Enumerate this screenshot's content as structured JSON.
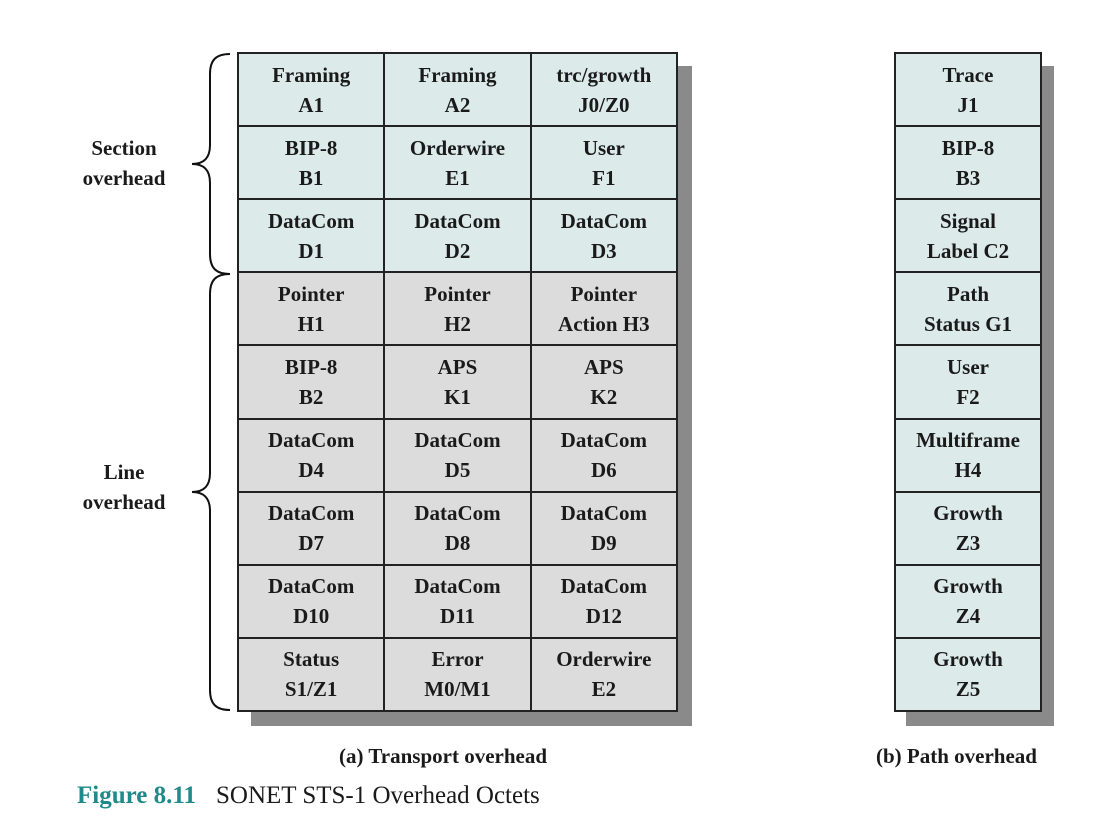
{
  "labels": {
    "section": [
      "Section",
      "overhead"
    ],
    "line": [
      "Line",
      "overhead"
    ]
  },
  "transport_overhead": [
    [
      [
        "Framing",
        "A1"
      ],
      [
        "Framing",
        "A2"
      ],
      [
        "trc/growth",
        "J0/Z0"
      ]
    ],
    [
      [
        "BIP-8",
        "B1"
      ],
      [
        "Orderwire",
        "E1"
      ],
      [
        "User",
        "F1"
      ]
    ],
    [
      [
        "DataCom",
        "D1"
      ],
      [
        "DataCom",
        "D2"
      ],
      [
        "DataCom",
        "D3"
      ]
    ],
    [
      [
        "Pointer",
        "H1"
      ],
      [
        "Pointer",
        "H2"
      ],
      [
        "Pointer",
        "Action H3"
      ]
    ],
    [
      [
        "BIP-8",
        "B2"
      ],
      [
        "APS",
        "K1"
      ],
      [
        "APS",
        "K2"
      ]
    ],
    [
      [
        "DataCom",
        "D4"
      ],
      [
        "DataCom",
        "D5"
      ],
      [
        "DataCom",
        "D6"
      ]
    ],
    [
      [
        "DataCom",
        "D7"
      ],
      [
        "DataCom",
        "D8"
      ],
      [
        "DataCom",
        "D9"
      ]
    ],
    [
      [
        "DataCom",
        "D10"
      ],
      [
        "DataCom",
        "D11"
      ],
      [
        "DataCom",
        "D12"
      ]
    ],
    [
      [
        "Status",
        "S1/Z1"
      ],
      [
        "Error",
        "M0/M1"
      ],
      [
        "Orderwire",
        "E2"
      ]
    ]
  ],
  "path_overhead": [
    [
      "Trace",
      "J1"
    ],
    [
      "BIP-8",
      "B3"
    ],
    [
      "Signal",
      "Label C2"
    ],
    [
      "Path",
      "Status G1"
    ],
    [
      "User",
      "F2"
    ],
    [
      "Multiframe",
      "H4"
    ],
    [
      "Growth",
      "Z3"
    ],
    [
      "Growth",
      "Z4"
    ],
    [
      "Growth",
      "Z5"
    ]
  ],
  "captions": {
    "transport": "(a) Transport overhead",
    "path": "(b) Path overhead"
  },
  "figure": {
    "number": "Figure 8.11",
    "title": "SONET STS-1 Overhead Octets"
  },
  "colors": {
    "section_fill": "#dcebea",
    "line_fill": "#dcdcdd",
    "figure_number": "#1f8a8a"
  }
}
